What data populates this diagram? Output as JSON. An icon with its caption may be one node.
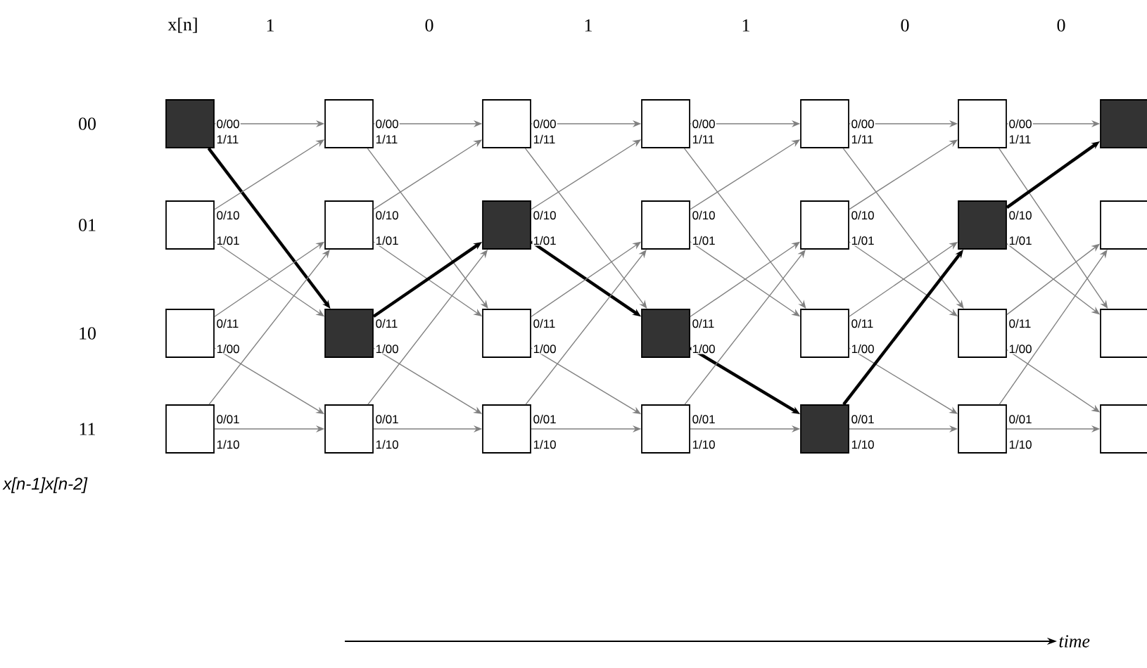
{
  "diagram": {
    "nodes": [
      {
        "text": [],
        "shape": "box"
      },
      {
        "text": [],
        "shape": "box"
      },
      {
        "text": [],
        "shape": "box"
      },
      {
        "text": [],
        "shape": "box"
      },
      {
        "text": [],
        "shape": "box"
      },
      {
        "text": [],
        "shape": "box"
      },
      {
        "text": [],
        "shape": "box"
      },
      {
        "text": [],
        "shape": "box"
      },
      {
        "text": [],
        "shape": "box"
      },
      {
        "text": [],
        "shape": "box"
      },
      {
        "text": [],
        "shape": "box"
      },
      {
        "text": [],
        "shape": "box"
      },
      {
        "text": [],
        "shape": "box"
      },
      {
        "text": [],
        "shape": "box"
      },
      {
        "text": [],
        "shape": "box"
      },
      {
        "text": [],
        "shape": "box"
      },
      {
        "text": [],
        "shape": "box"
      },
      {
        "text": [],
        "shape": "box"
      },
      {
        "text": [],
        "shape": "box"
      },
      {
        "text": [],
        "shape": "box"
      },
      {
        "text": [],
        "shape": "box"
      },
      {
        "text": [],
        "shape": "box"
      },
      {
        "text": [],
        "shape": "box"
      },
      {
        "text": [],
        "shape": "box"
      },
      {
        "text": [],
        "shape": "box"
      },
      {
        "text": [],
        "shape": "box"
      },
      {
        "text": [],
        "shape": "box"
      },
      {
        "text": [],
        "shape": "box"
      }
    ],
    "edges": [
      {
        "from": 0,
        "to": 1,
        "arrow": "to",
        "label": "0/00"
      },
      {
        "from": 0,
        "to": 15,
        "arrow": "to",
        "label": "1/11",
        "style": "thick",
        "color": "#000000"
      },
      {
        "from": 7,
        "to": 1,
        "arrow": "to",
        "label": "0/10"
      },
      {
        "from": 7,
        "to": 15,
        "arrow": "to",
        "label": "1/01"
      },
      {
        "from": 14,
        "to": 8,
        "arrow": "to",
        "label": "0/11"
      },
      {
        "from": 14,
        "to": 22,
        "arrow": "to",
        "label": "1/00"
      },
      {
        "from": 21,
        "to": 8,
        "arrow": "to",
        "label": "0/01"
      },
      {
        "from": 21,
        "to": 22,
        "arrow": "to",
        "label": "1/10"
      },
      {
        "from": 1,
        "to": 2,
        "arrow": "to",
        "label": "0/00"
      },
      {
        "from": 1,
        "to": 16,
        "arrow": "to",
        "label": "1/11"
      },
      {
        "from": 8,
        "to": 2,
        "arrow": "to",
        "label": "0/10"
      },
      {
        "from": 8,
        "to": 16,
        "arrow": "to",
        "label": "1/01"
      },
      {
        "from": 15,
        "to": 9,
        "arrow": "to",
        "label": "0/11",
        "style": "thick",
        "color": "#000000"
      },
      {
        "from": 15,
        "to": 23,
        "arrow": "to",
        "label": "1/00"
      },
      {
        "from": 22,
        "to": 9,
        "arrow": "to",
        "label": "0/01"
      },
      {
        "from": 22,
        "to": 23,
        "arrow": "to",
        "label": "1/10"
      },
      {
        "from": 2,
        "to": 3,
        "arrow": "to",
        "label": "0/00"
      },
      {
        "from": 2,
        "to": 17,
        "arrow": "to",
        "label": "1/11"
      },
      {
        "from": 9,
        "to": 3,
        "arrow": "to",
        "label": "0/10"
      },
      {
        "from": 9,
        "to": 17,
        "arrow": "to",
        "label": "1/01",
        "style": "thick",
        "color": "#000000"
      },
      {
        "from": 16,
        "to": 10,
        "arrow": "to",
        "label": "0/11"
      },
      {
        "from": 16,
        "to": 24,
        "arrow": "to",
        "label": "1/00"
      },
      {
        "from": 23,
        "to": 10,
        "arrow": "to",
        "label": "0/01"
      },
      {
        "from": 23,
        "to": 24,
        "arrow": "to",
        "label": "1/10"
      },
      {
        "from": 3,
        "to": 4,
        "arrow": "to",
        "label": "0/00"
      },
      {
        "from": 3,
        "to": 18,
        "arrow": "to",
        "label": "1/11"
      },
      {
        "from": 10,
        "to": 4,
        "arrow": "to",
        "label": "0/10"
      },
      {
        "from": 10,
        "to": 18,
        "arrow": "to",
        "label": "1/01"
      },
      {
        "from": 17,
        "to": 11,
        "arrow": "to",
        "label": "0/11"
      },
      {
        "from": 17,
        "to": 25,
        "arrow": "to",
        "label": "1/00",
        "style": "thick",
        "color": "#000000"
      },
      {
        "from": 24,
        "to": 11,
        "arrow": "to",
        "label": "0/01"
      },
      {
        "from": 24,
        "to": 25,
        "arrow": "to",
        "label": "1/10"
      },
      {
        "from": 4,
        "to": 5,
        "arrow": "to",
        "label": "0/00"
      },
      {
        "from": 4,
        "to": 19,
        "arrow": "to",
        "label": "1/11"
      },
      {
        "from": 11,
        "to": 5,
        "arrow": "to",
        "label": "0/10"
      },
      {
        "from": 11,
        "to": 19,
        "arrow": "to",
        "label": "1/01"
      },
      {
        "from": 18,
        "to": 12,
        "arrow": "to",
        "label": "0/11"
      },
      {
        "from": 18,
        "to": 26,
        "arrow": "to",
        "label": "1/00"
      },
      {
        "from": 25,
        "to": 12,
        "arrow": "to",
        "label": "0/01",
        "style": "thick",
        "color": "#000000"
      },
      {
        "from": 25,
        "to": 26,
        "arrow": "to",
        "label": "1/10"
      },
      {
        "from": 5,
        "to": 6,
        "arrow": "to",
        "label": "0/00"
      },
      {
        "from": 5,
        "to": 20,
        "arrow": "to",
        "label": "1/11"
      },
      {
        "from": 12,
        "to": 6,
        "arrow": "to",
        "label": "0/10",
        "style": "thick",
        "color": "#000000"
      },
      {
        "from": 12,
        "to": 20,
        "arrow": "to",
        "label": "1/01"
      },
      {
        "from": 19,
        "to": 13,
        "arrow": "to",
        "label": "0/11"
      },
      {
        "from": 19,
        "to": 27,
        "arrow": "to",
        "label": "1/00"
      },
      {
        "from": 26,
        "to": 13,
        "arrow": "to",
        "label": "0/01"
      },
      {
        "from": 26,
        "to": 27,
        "arrow": "to",
        "label": "1/10"
      }
    ],
    "labels": [
      "x[n]",
      "1",
      "0",
      "1",
      "1",
      "0",
      "0",
      "00",
      "01",
      "10",
      "11",
      "*x[n-1]x[n-2]*",
      "*time*"
    ]
  }
}
